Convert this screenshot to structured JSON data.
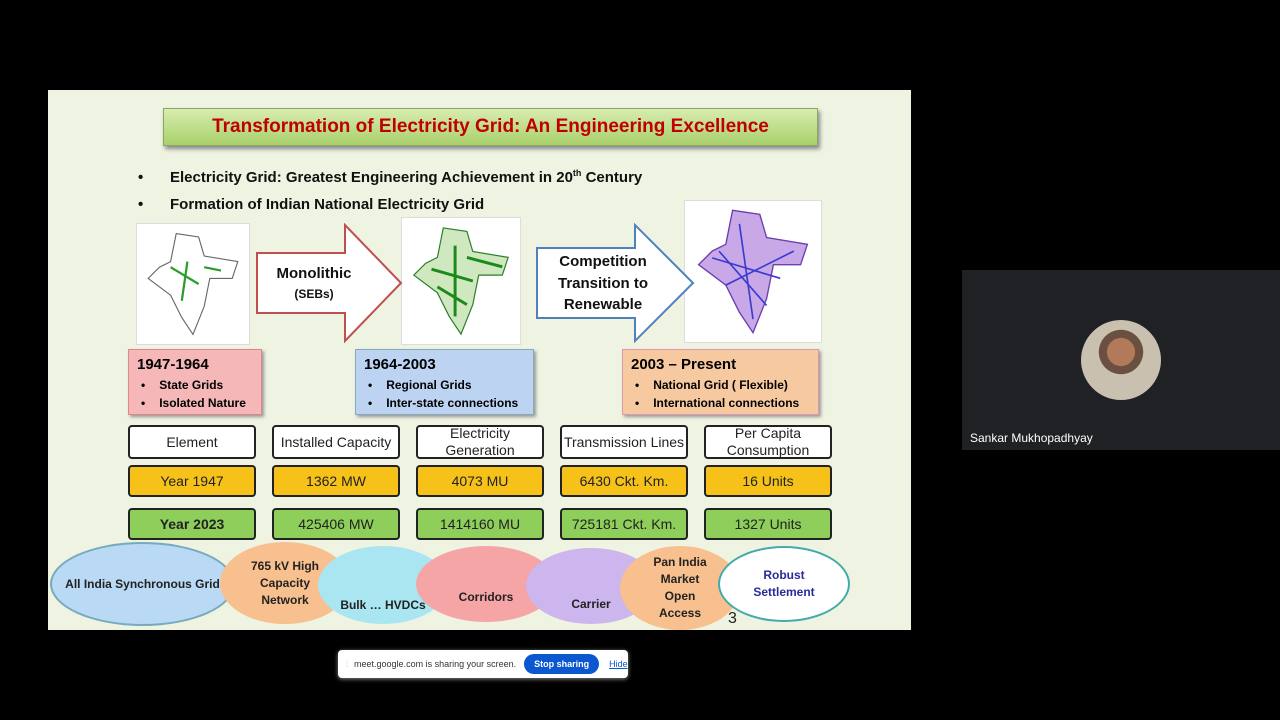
{
  "slide": {
    "title": "Transformation of Electricity Grid: An Engineering Excellence",
    "bullets": [
      "Electricity Grid: Greatest Engineering Achievement in 20",
      "th",
      " Century",
      "Formation of Indian National Electricity Grid"
    ],
    "arrows": [
      {
        "line1": "Monolithic",
        "line2": "(SEBs)"
      },
      {
        "line1": "Competition",
        "line2": "Transition to",
        "line3": "Renewable"
      }
    ],
    "eras": [
      {
        "title": "1947-1964",
        "items": [
          "State Grids",
          "Isolated Nature"
        ]
      },
      {
        "title": "1964-2003",
        "items": [
          "Regional Grids",
          "Inter-state connections"
        ]
      },
      {
        "title": "2003 – Present",
        "items": [
          "National Grid ( Flexible)",
          "International connections"
        ]
      }
    ],
    "table": {
      "headers": [
        "Element",
        "Installed Capacity",
        "Electricity Generation",
        "Transmission Lines",
        "Per Capita Consumption"
      ],
      "row1947": [
        "Year 1947",
        "1362 MW",
        "4073 MU",
        "6430 Ckt. Km.",
        "16 Units"
      ],
      "row2023": [
        "Year 2023",
        "425406 MW",
        "1414160 MU",
        "725181 Ckt. Km.",
        "1327 Units"
      ]
    },
    "clouds": [
      "All India Synchronous Grid",
      "765 kV High Capacity Network",
      "Bulk … HVDCs",
      "Corridors",
      "Carrier",
      "Pan India Market Open Access",
      "Robust Settlement"
    ],
    "page_number": "3",
    "colors": {
      "title_text": "#c00000",
      "era1": "#f5b7b7",
      "era2": "#bcd3f2",
      "era3": "#f7c9a0",
      "row1947": "#f6c21a",
      "row2023": "#8ece5a"
    }
  },
  "share_banner": {
    "text": "meet.google.com is sharing your screen.",
    "stop": "Stop sharing",
    "hide": "Hide"
  },
  "participant": {
    "name": "Sankar Mukhopadhyay"
  }
}
